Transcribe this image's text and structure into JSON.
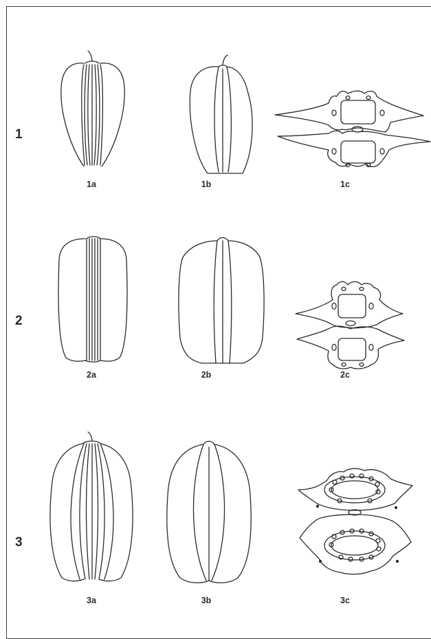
{
  "rows": [
    {
      "label": "1",
      "figures": [
        {
          "label": "1a",
          "kind": "fruit-narrow-ribs"
        },
        {
          "label": "1b",
          "kind": "fruit-few-ribs"
        },
        {
          "label": "1c",
          "kind": "cross-section-winged"
        }
      ]
    },
    {
      "label": "2",
      "figures": [
        {
          "label": "2a",
          "kind": "fruit-straight-ribs"
        },
        {
          "label": "2b",
          "kind": "fruit-oblong-ribs"
        },
        {
          "label": "2c",
          "kind": "cross-section-lobed"
        }
      ]
    },
    {
      "label": "3",
      "figures": [
        {
          "label": "3a",
          "kind": "fruit-many-ribs"
        },
        {
          "label": "3b",
          "kind": "fruit-ellipsoid"
        },
        {
          "label": "3c",
          "kind": "cross-section-vittae-ring"
        }
      ]
    }
  ],
  "colors": {
    "ink": "#2a2a2a",
    "frame": "#3a3a3a",
    "background": "#ffffff"
  }
}
